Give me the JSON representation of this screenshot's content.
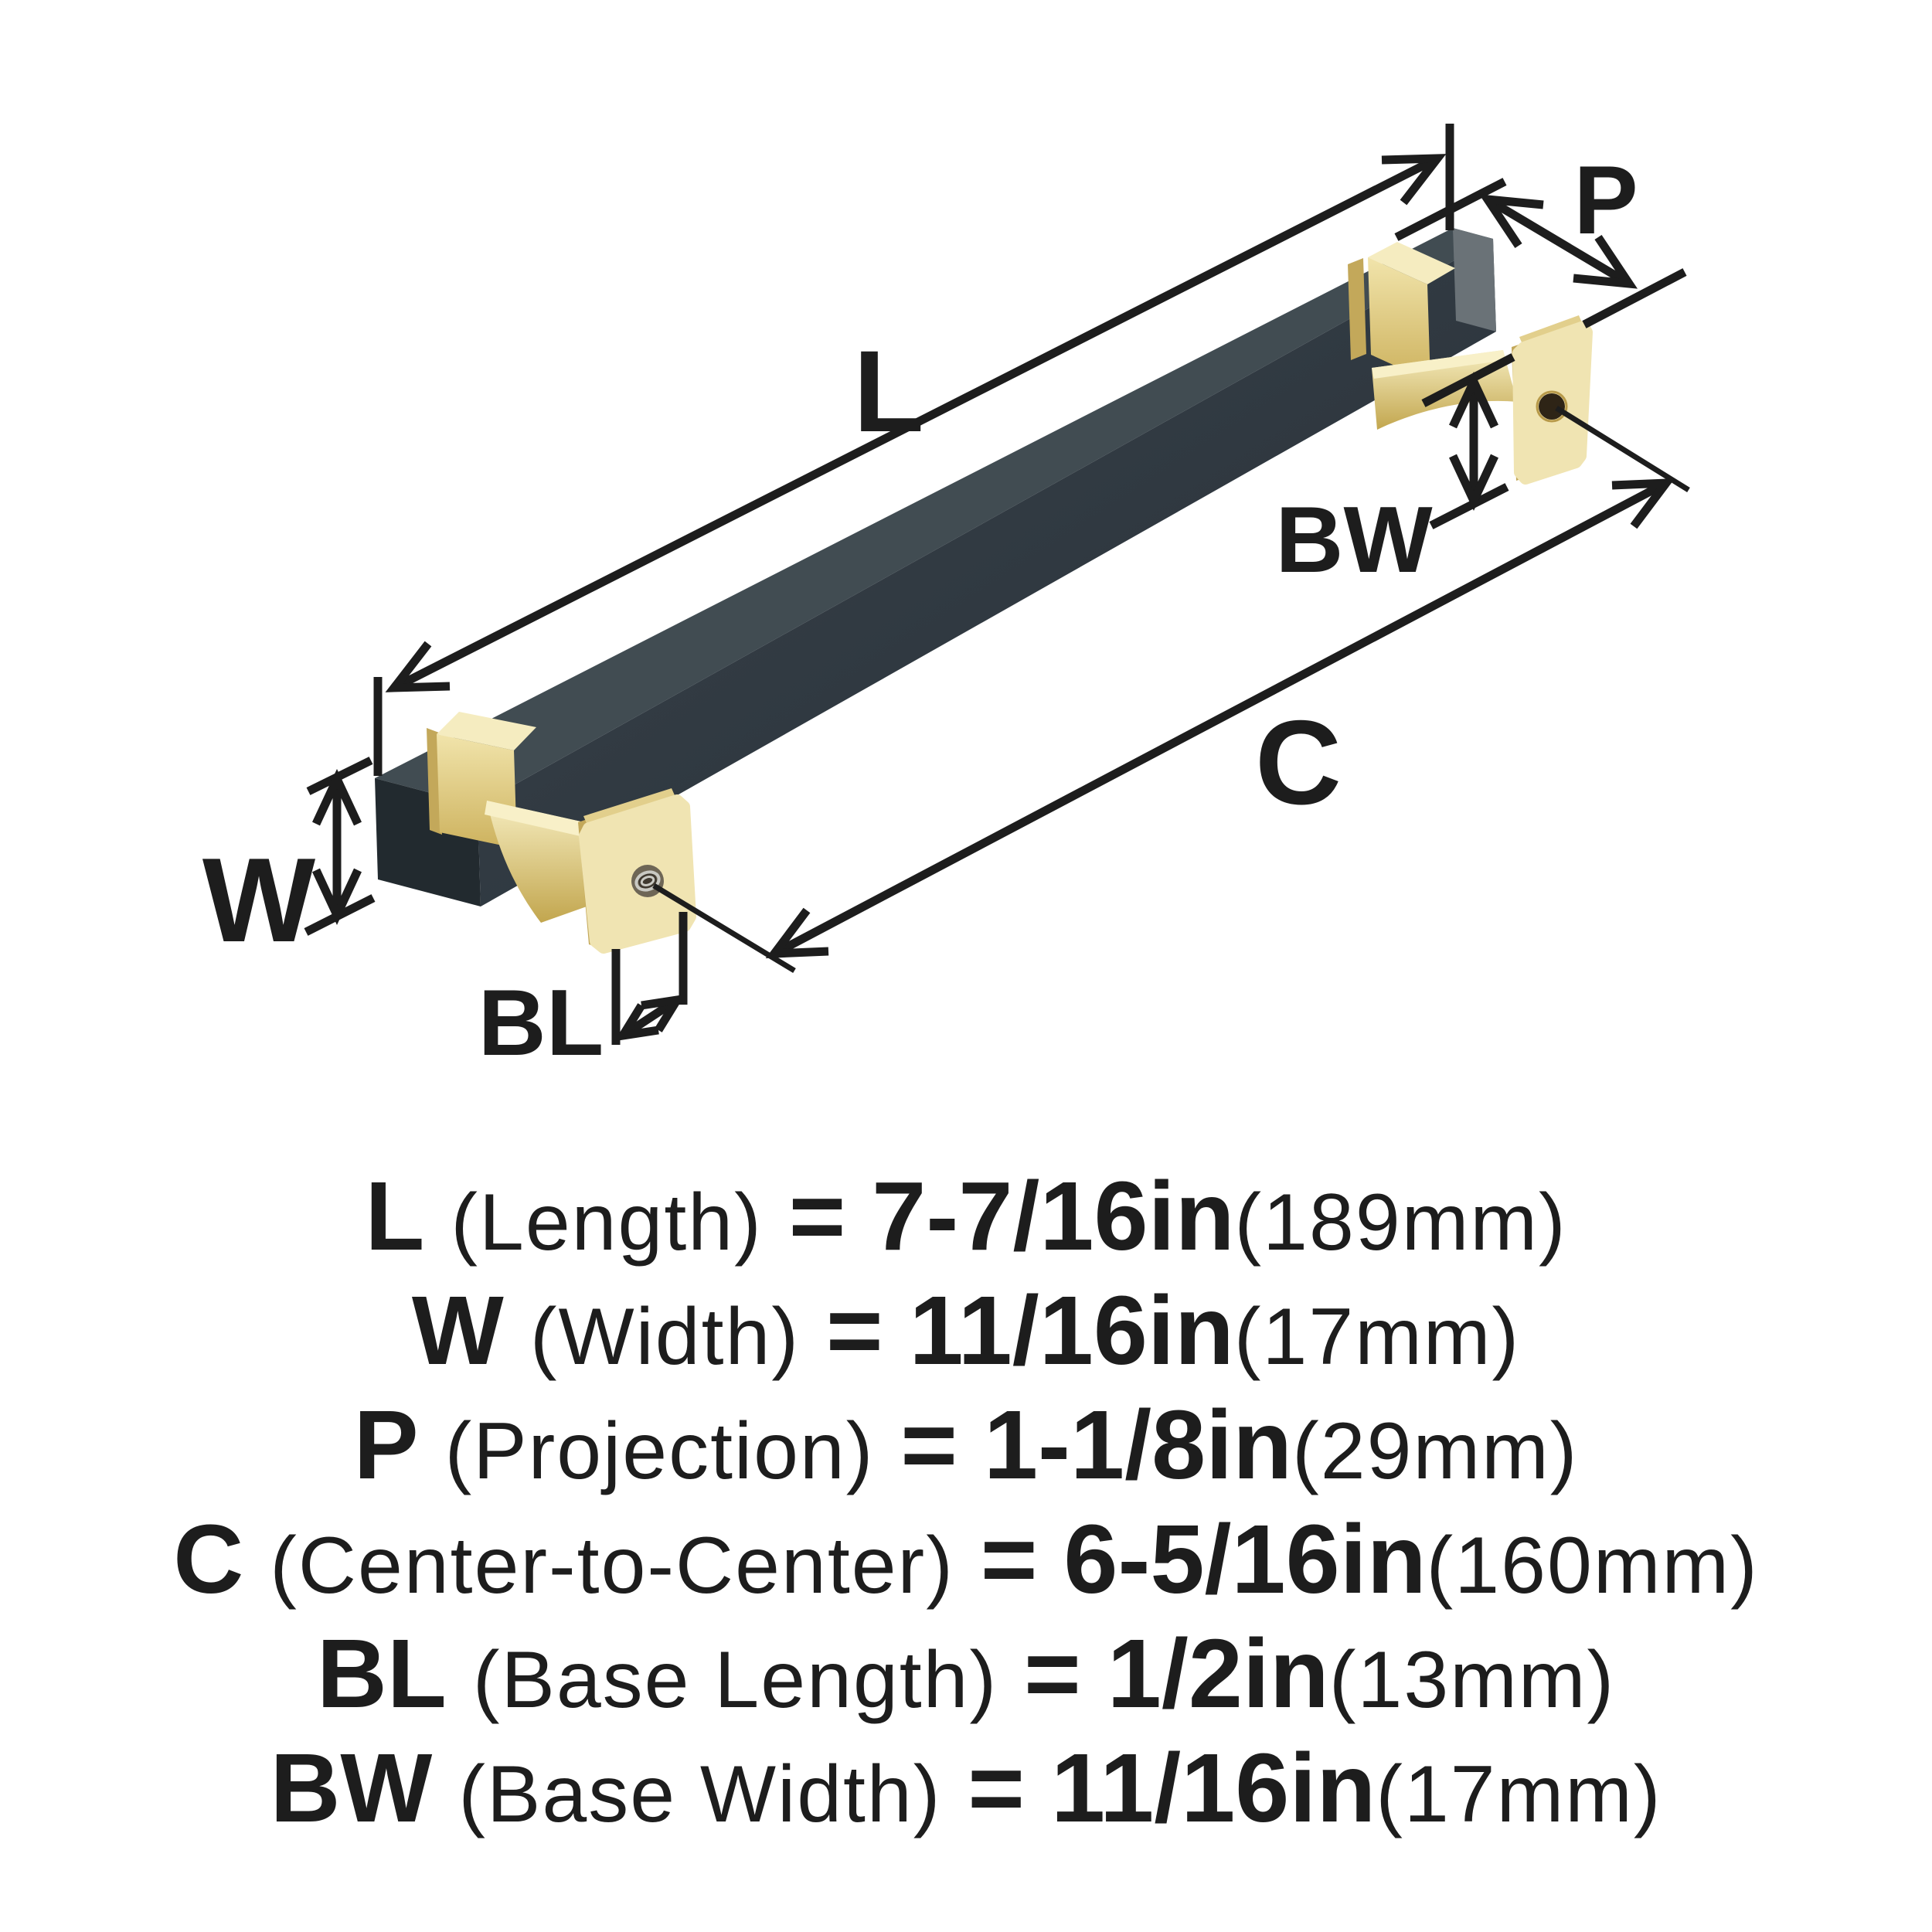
{
  "diagram": {
    "labels": {
      "length": "L",
      "width": "W",
      "projection": "P",
      "center_to_center": "C",
      "base_length": "BL",
      "base_width": "BW"
    },
    "colors": {
      "line": "#1d1d1d",
      "bar_top": "#414c52",
      "bar_front": "#323c43",
      "bar_end_left": "#222a2f",
      "bar_end_right": "#6a7277",
      "gold_light": "#f5ecc0",
      "gold_mid": "#e2cf8c",
      "gold_deep": "#c3a85a",
      "plate_face": "#f0e4b2",
      "thread_silver": "#c9c9c3",
      "hole_left_outer": "#6e6656",
      "hole_left_inner": "#3f3930",
      "hole_right": "#2e2416",
      "hole_right_rim": "#b89a4a"
    }
  },
  "specs": [
    {
      "symbol": "L",
      "name": "(Length)",
      "eq": "=",
      "imperial": "7-7/16in",
      "metric": "(189mm)"
    },
    {
      "symbol": "W",
      "name": "(Width)",
      "eq": "=",
      "imperial": "11/16in",
      "metric": "(17mm)"
    },
    {
      "symbol": "P",
      "name": "(Projection)",
      "eq": "=",
      "imperial": "1-1/8in",
      "metric": "(29mm)"
    },
    {
      "symbol": "C",
      "name": "(Center-to-Center)",
      "eq": "=",
      "imperial": "6-5/16in",
      "metric": "(160mm)"
    },
    {
      "symbol": "BL",
      "name": "(Base Length)",
      "eq": "=",
      "imperial": "1/2in",
      "metric": "(13mm)"
    },
    {
      "symbol": "BW",
      "name": "(Base Width)",
      "eq": "=",
      "imperial": "11/16in",
      "metric": "(17mm)"
    }
  ]
}
